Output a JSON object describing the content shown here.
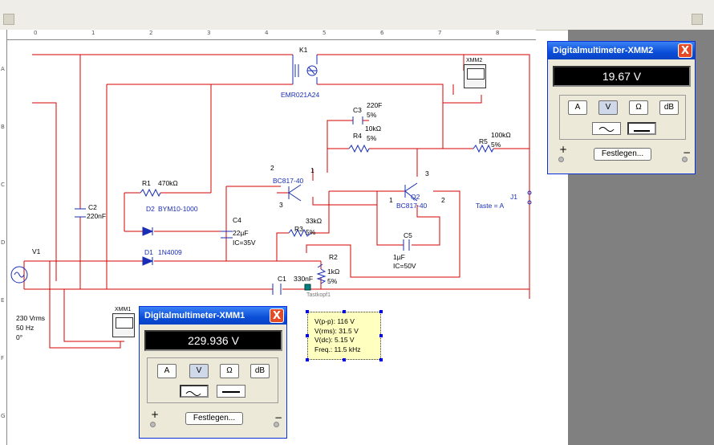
{
  "ruler": {
    "columns": [
      "0",
      "1",
      "2",
      "3",
      "4",
      "5",
      "6",
      "7",
      "8"
    ],
    "rows": [
      "A",
      "B",
      "C",
      "D",
      "E",
      "F",
      "G"
    ]
  },
  "components": {
    "k1": {
      "ref": "K1",
      "model": "EMR021A24"
    },
    "xmm2_icon": {
      "ref": "XMM2"
    },
    "xmm1_icon": {
      "ref": "XMM1"
    },
    "c3": {
      "ref": "C3",
      "value": "220F",
      "tol": "5%"
    },
    "r4": {
      "ref": "R4",
      "value": "10kΩ",
      "tol": "5%"
    },
    "r5": {
      "ref": "R5",
      "value": "100kΩ",
      "tol": "5%"
    },
    "q1": {
      "pin_top": "2",
      "pin_right": "1",
      "pin_bottom": "3",
      "model": "BC817-40"
    },
    "q2": {
      "ref": "Q2",
      "model": "BC817-40",
      "pin_top": "3",
      "pin_left": "1",
      "pin_right": "2"
    },
    "r1": {
      "ref": "R1",
      "value": "470kΩ"
    },
    "c2": {
      "ref": "C2",
      "value": "220nF"
    },
    "d2": {
      "ref": "D2",
      "model": "BYM10-1000"
    },
    "c4": {
      "ref": "C4",
      "value": "22µF",
      "ic": "IC=35V"
    },
    "d1": {
      "ref": "D1",
      "model": "1N4009"
    },
    "r3": {
      "ref": "R3",
      "value": "33kΩ",
      "tol": "5%"
    },
    "c5": {
      "ref": "C5",
      "value": "1µF",
      "ic": "IC=50V"
    },
    "r2": {
      "ref": "R2",
      "value": "1kΩ",
      "tol": "5%"
    },
    "c1": {
      "ref": "C1",
      "value": "330nF"
    },
    "probe": {
      "ref": "Tastkopf1"
    },
    "j1": {
      "ref": "J1",
      "key": "Taste = A"
    },
    "v1": {
      "ref": "V1",
      "voltage": "230 Vrms",
      "freq": "50 Hz",
      "phase": "0°"
    }
  },
  "probe_box": {
    "vpp": "V(p-p): 116 V",
    "vrms": "V(rms): 31.5 V",
    "vdc": "V(dc): 5.15 V",
    "freq": "Freq.: 11.5 kHz"
  },
  "xmm2": {
    "title": "Digitalmultimeter-XMM2",
    "close": "X",
    "reading": "19.67 V",
    "btn_a": "A",
    "btn_v": "V",
    "btn_ohm": "Ω",
    "btn_db": "dB",
    "set": "Festlegen...",
    "plus": "+",
    "minus": "−"
  },
  "xmm1": {
    "title": "Digitalmultimeter-XMM1",
    "close": "X",
    "reading": "229.936 V",
    "btn_a": "A",
    "btn_v": "V",
    "btn_ohm": "Ω",
    "btn_db": "dB",
    "set": "Festlegen...",
    "plus": "+",
    "minus": "−"
  },
  "colors": {
    "wire": "#d40000",
    "component": "#1a2eb4",
    "probe_bg": "#ffffc0",
    "titlebar": "#0a4ed8"
  }
}
